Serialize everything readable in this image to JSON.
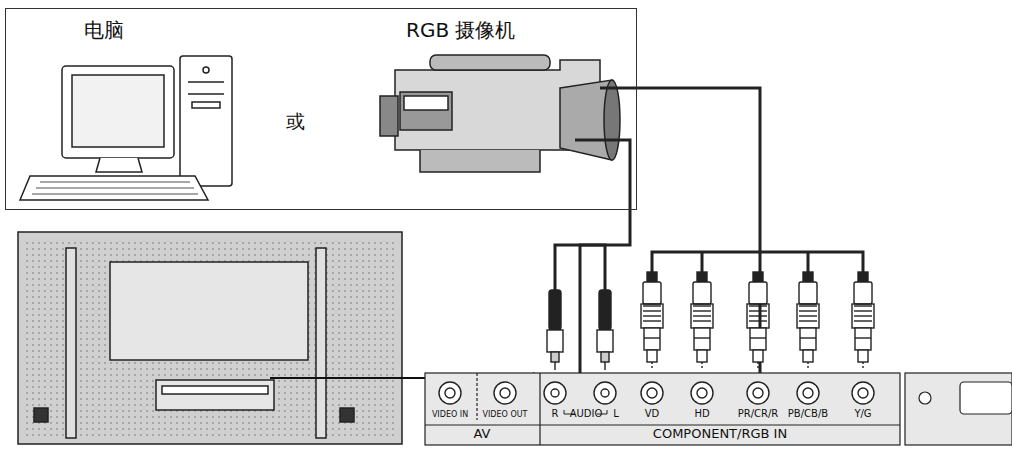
{
  "diagram": {
    "nodes": [
      {
        "text": [
          "电脑",
          "或",
          "RGB 摄像机"
        ]
      },
      {
        "text": [
          "COMPONENT/RGB IN"
        ]
      },
      {
        "text": [
          "AV"
        ]
      }
    ],
    "edges": [
      {
        "from": 0,
        "to": 1,
        "arrow": "none"
      },
      {
        "from": 0,
        "to": 1,
        "arrow": "none"
      }
    ],
    "labels": [
      "VIDEO IN",
      "VIDEO OUT",
      "R",
      "AUDIO",
      "L",
      "VD",
      "HD",
      "PR/CR/R",
      "PB/CB/B",
      "Y/G"
    ]
  }
}
